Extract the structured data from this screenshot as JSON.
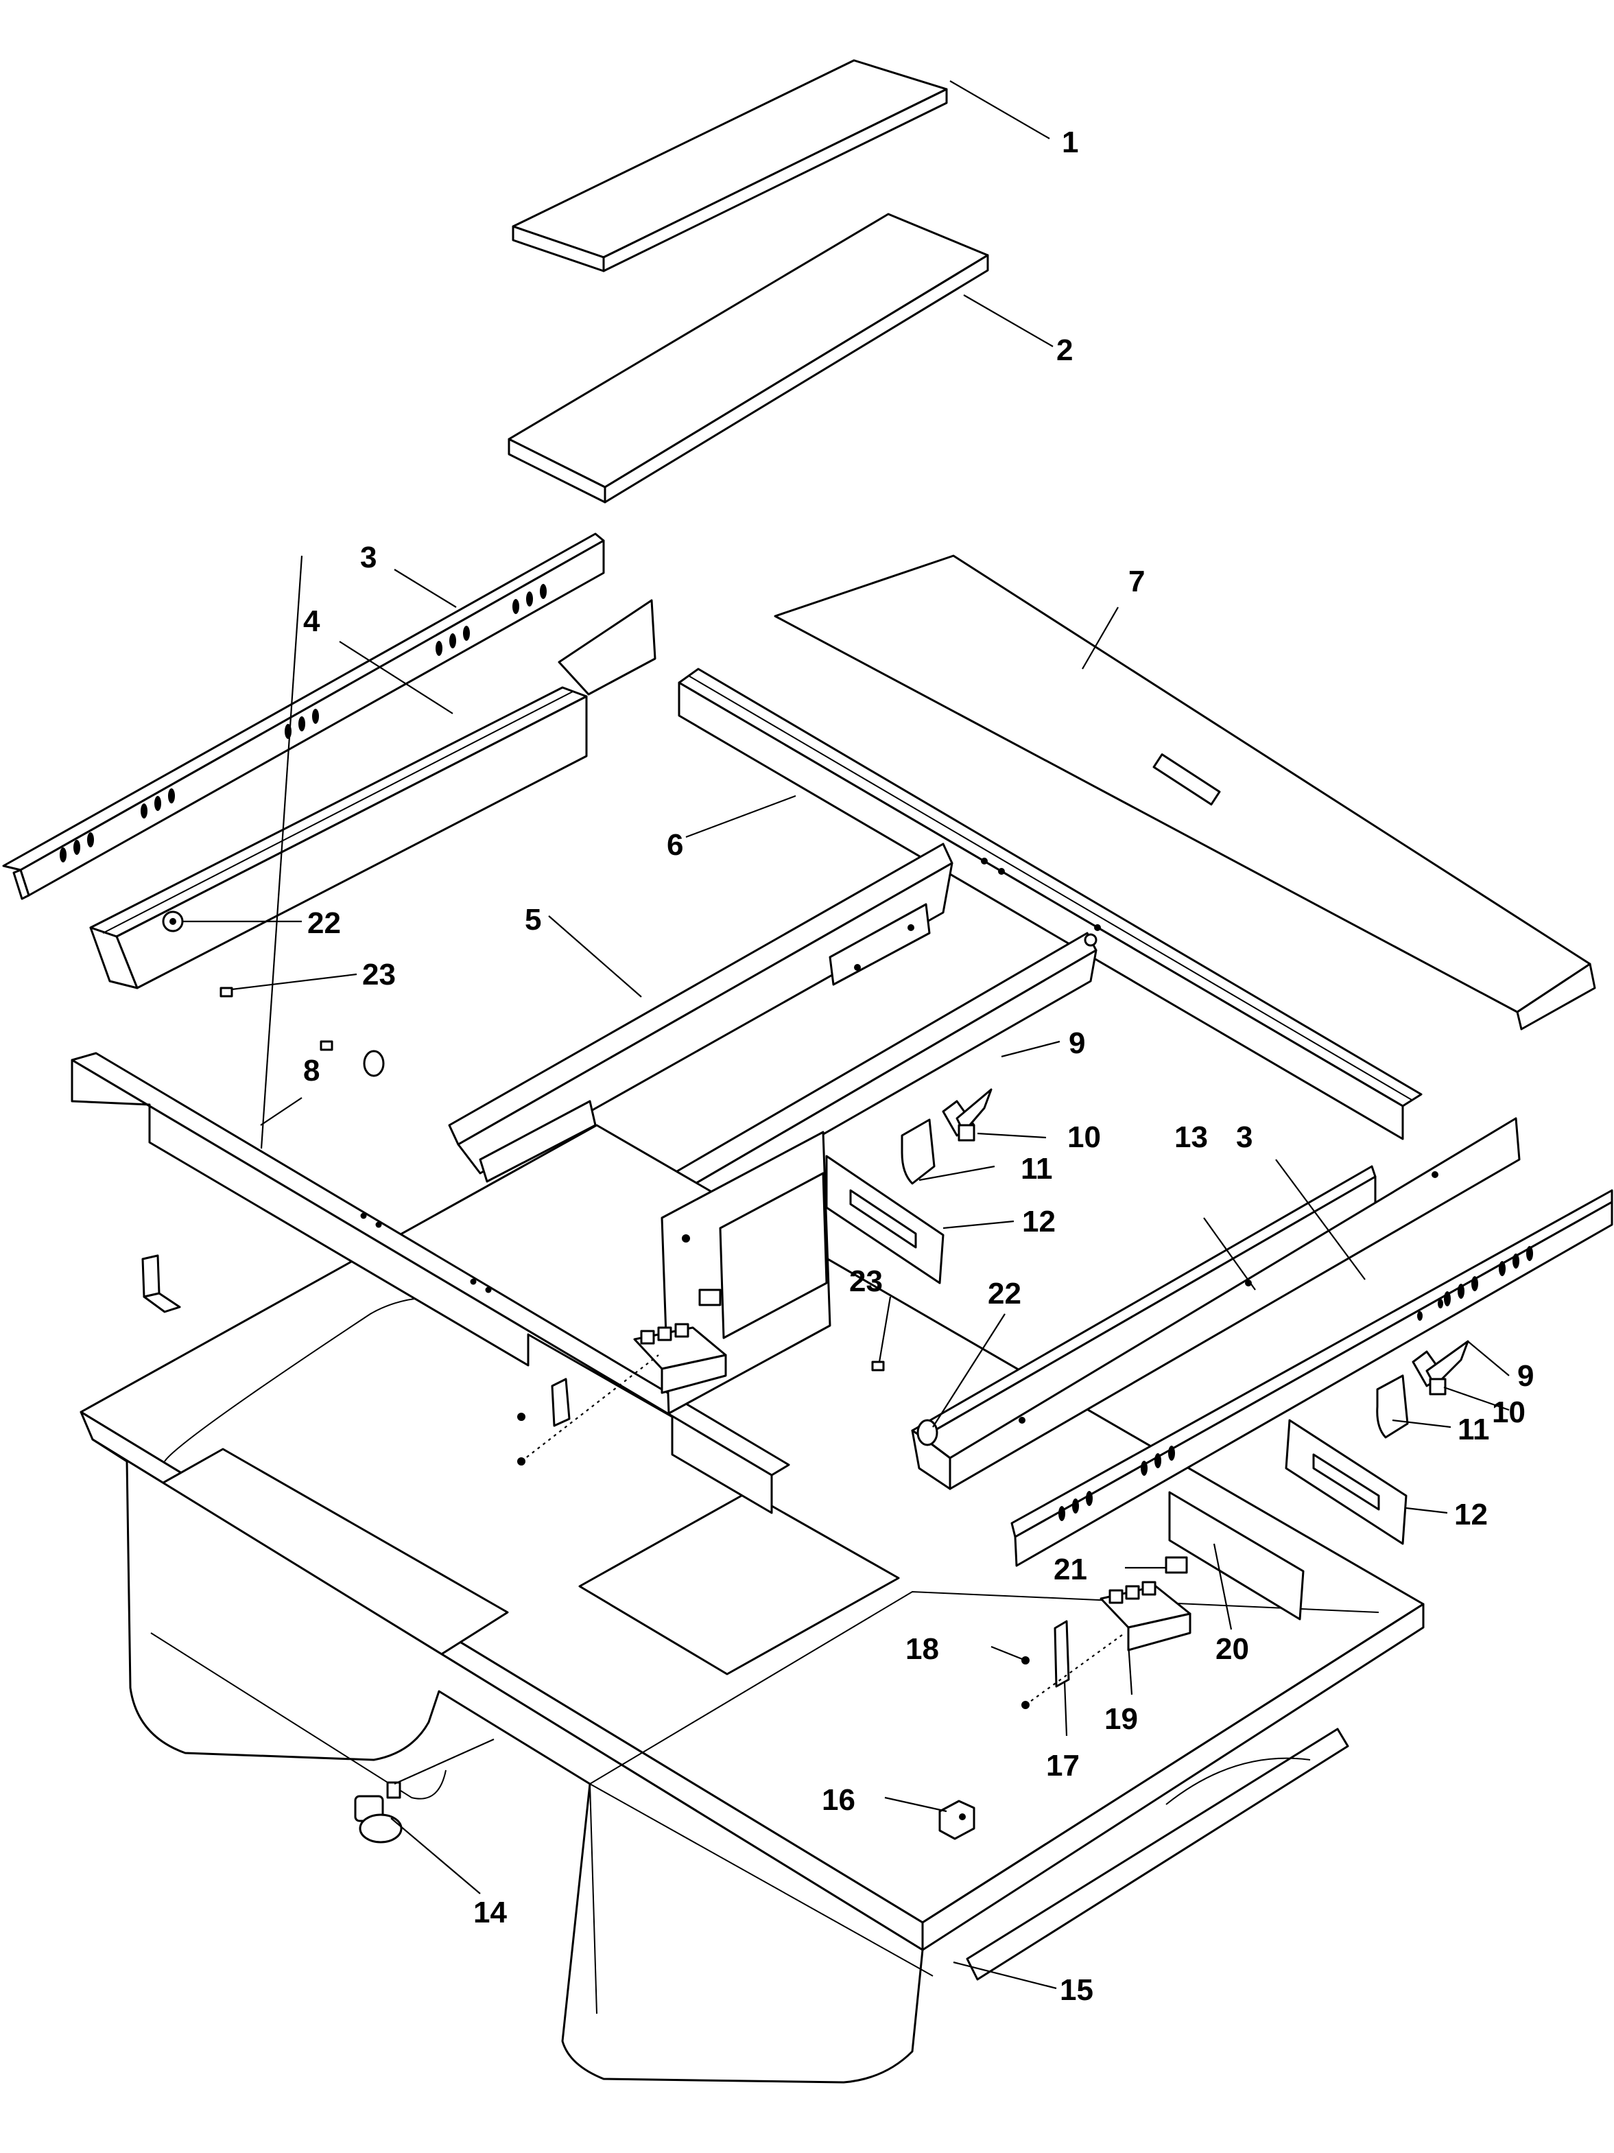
{
  "callouts": {
    "c1": "1",
    "c2": "2",
    "c3a": "3",
    "c3b": "3",
    "c4": "4",
    "c5": "5",
    "c6": "6",
    "c7": "7",
    "c8": "8",
    "c9a": "9",
    "c9b": "9",
    "c10a": "10",
    "c10b": "10",
    "c11a": "11",
    "c11b": "11",
    "c12a": "12",
    "c12b": "12",
    "c13": "13",
    "c14": "14",
    "c15": "15",
    "c16": "16",
    "c17": "17",
    "c18": "18",
    "c19": "19",
    "c20": "20",
    "c21": "21",
    "c22a": "22",
    "c22b": "22",
    "c23a": "23",
    "c23b": "23"
  }
}
